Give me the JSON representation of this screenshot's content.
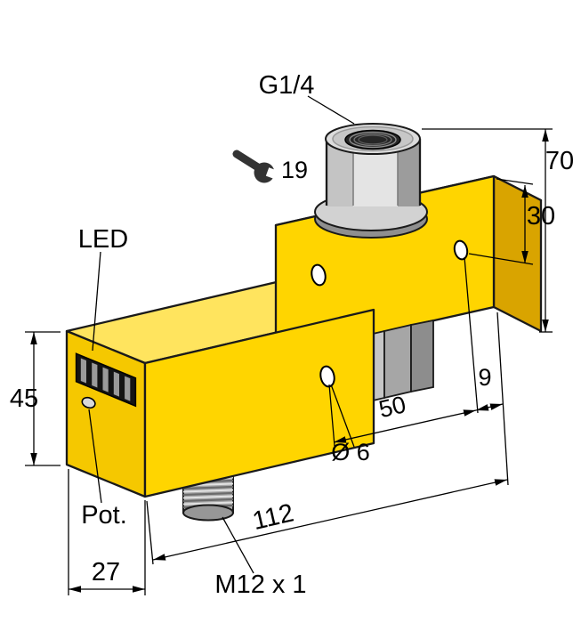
{
  "labels": {
    "thread_top": "G1/4",
    "wrench_size": "19",
    "led": "LED",
    "pot": "Pot.",
    "hole_diameter": "Ø 6",
    "connector_thread": "M12 x 1"
  },
  "dimensions": {
    "overall_height": "70",
    "block_height": "30",
    "housing_height": "45",
    "housing_depth": "27",
    "hole_to_edge": "9",
    "hole_spacing": "50",
    "overall_length": "112"
  },
  "colors": {
    "housing_yellow": "#FFD500",
    "housing_yellow_light": "#FFE45E",
    "housing_yellow_side": "#F5C800",
    "block_side_dark": "#D9A400",
    "metal_gray": "#C9C9C9",
    "line_black": "#000000"
  }
}
